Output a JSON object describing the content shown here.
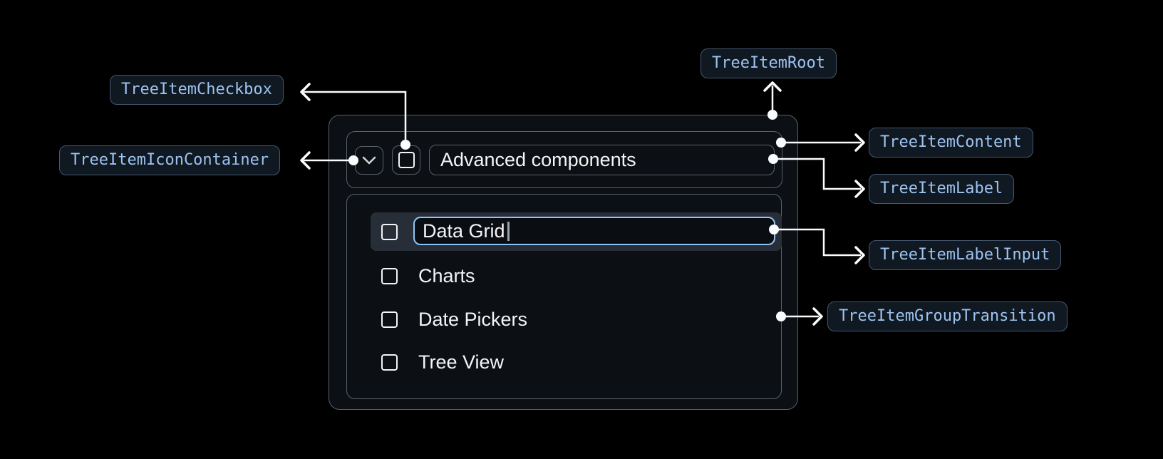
{
  "annotations": {
    "root": "TreeItemRoot",
    "checkbox": "TreeItemCheckbox",
    "icon_container": "TreeItemIconContainer",
    "content": "TreeItemContent",
    "label": "TreeItemLabel",
    "label_input": "TreeItemLabelInput",
    "group_transition": "TreeItemGroupTransition"
  },
  "tree": {
    "parent": {
      "label": "Advanced components",
      "expanded": true,
      "checkbox_checked": false
    },
    "editing_item": {
      "value": "Data Grid",
      "editing": true,
      "checkbox_checked": false
    },
    "items": [
      {
        "label": "Charts",
        "checkbox_checked": false
      },
      {
        "label": "Date Pickers",
        "checkbox_checked": false
      },
      {
        "label": "Tree View",
        "checkbox_checked": false
      }
    ]
  },
  "colors": {
    "page_bg": "#000000",
    "surface_bg": "#0c1014",
    "component_border": "#5a616b",
    "annotation_text": "#9dc3ef",
    "annotation_border": "#46586f",
    "annotation_bg": "#101822",
    "selected_row_bg": "#272e38",
    "input_focus_border": "#8fc3f4",
    "text": "#f3f5f7",
    "connector": "#fafcfe"
  }
}
